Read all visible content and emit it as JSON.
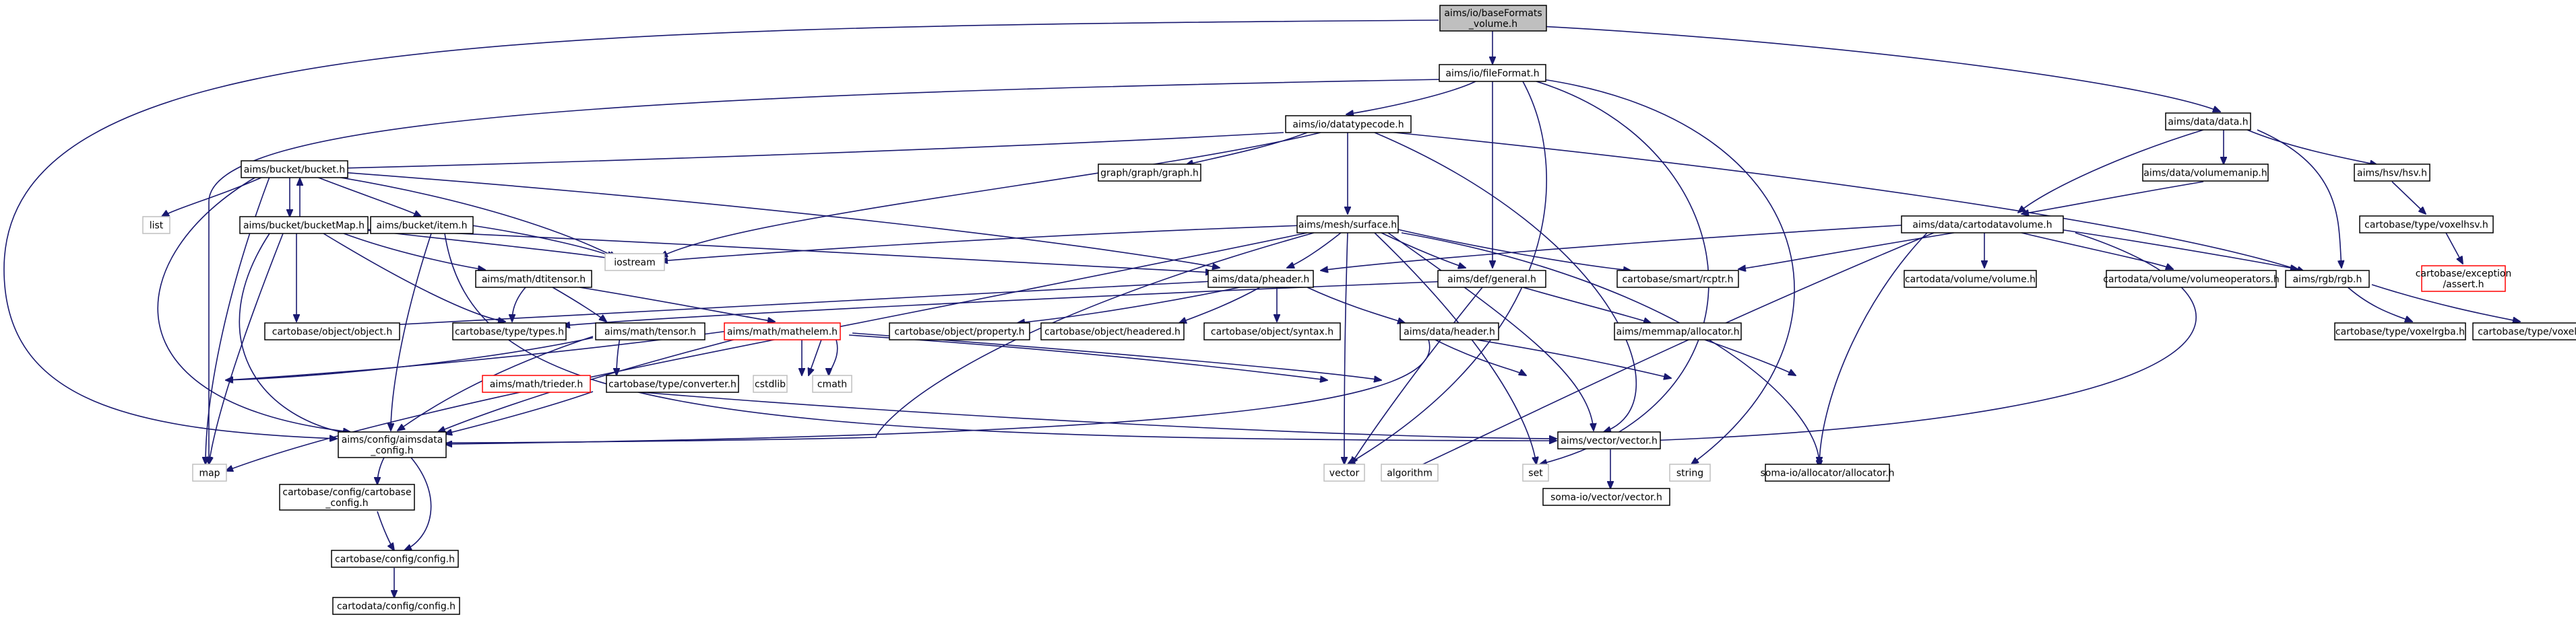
{
  "diagram": {
    "type": "include-dependency-graph",
    "nodes": [
      {
        "id": "n_root",
        "lines": [
          "aims/io/baseFormats",
          "_volume.h"
        ],
        "style": "root"
      },
      {
        "id": "n_fileformat",
        "lines": [
          "aims/io/fileFormat.h"
        ],
        "style": "normal"
      },
      {
        "id": "n_data",
        "lines": [
          "aims/data/data.h"
        ],
        "style": "normal"
      },
      {
        "id": "n_datatypecode",
        "lines": [
          "aims/io/datatypecode.h"
        ],
        "style": "normal"
      },
      {
        "id": "n_bucket",
        "lines": [
          "aims/bucket/bucket.h"
        ],
        "style": "normal"
      },
      {
        "id": "n_graph",
        "lines": [
          "graph/graph/graph.h"
        ],
        "style": "normal"
      },
      {
        "id": "n_volumemanip",
        "lines": [
          "aims/data/volumemanip.h"
        ],
        "style": "normal"
      },
      {
        "id": "n_hsv",
        "lines": [
          "aims/hsv/hsv.h"
        ],
        "style": "normal"
      },
      {
        "id": "n_list",
        "lines": [
          "list"
        ],
        "style": "missing"
      },
      {
        "id": "n_bucketmap",
        "lines": [
          "aims/bucket/bucketMap.h"
        ],
        "style": "normal"
      },
      {
        "id": "n_item",
        "lines": [
          "aims/bucket/item.h"
        ],
        "style": "normal"
      },
      {
        "id": "n_surface",
        "lines": [
          "aims/mesh/surface.h"
        ],
        "style": "normal"
      },
      {
        "id": "n_cartodatavolume",
        "lines": [
          "aims/data/cartodatavolume.h"
        ],
        "style": "normal"
      },
      {
        "id": "n_voxelhsv",
        "lines": [
          "cartobase/type/voxelhsv.h"
        ],
        "style": "normal"
      },
      {
        "id": "n_iostream",
        "lines": [
          "iostream"
        ],
        "style": "missing"
      },
      {
        "id": "n_dtitensor",
        "lines": [
          "aims/math/dtitensor.h"
        ],
        "style": "normal"
      },
      {
        "id": "n_pheader",
        "lines": [
          "aims/data/pheader.h"
        ],
        "style": "normal"
      },
      {
        "id": "n_general",
        "lines": [
          "aims/def/general.h"
        ],
        "style": "normal"
      },
      {
        "id": "n_rcptr",
        "lines": [
          "cartobase/smart/rcptr.h"
        ],
        "style": "normal"
      },
      {
        "id": "n_cdvolume",
        "lines": [
          "cartodata/volume/volume.h"
        ],
        "style": "normal"
      },
      {
        "id": "n_volumeoperators",
        "lines": [
          "cartodata/volume/volumeoperators.h"
        ],
        "style": "normal"
      },
      {
        "id": "n_rgb",
        "lines": [
          "aims/rgb/rgb.h"
        ],
        "style": "normal"
      },
      {
        "id": "n_assert",
        "lines": [
          "cartobase/exception",
          "/assert.h"
        ],
        "style": "truncated"
      },
      {
        "id": "n_objecth",
        "lines": [
          "cartobase/object/object.h"
        ],
        "style": "normal"
      },
      {
        "id": "n_types",
        "lines": [
          "cartobase/type/types.h"
        ],
        "style": "normal"
      },
      {
        "id": "n_tensor",
        "lines": [
          "aims/math/tensor.h"
        ],
        "style": "normal"
      },
      {
        "id": "n_mathelem",
        "lines": [
          "aims/math/mathelem.h"
        ],
        "style": "truncated"
      },
      {
        "id": "n_property",
        "lines": [
          "cartobase/object/property.h"
        ],
        "style": "normal"
      },
      {
        "id": "n_headered",
        "lines": [
          "cartobase/object/headered.h"
        ],
        "style": "normal"
      },
      {
        "id": "n_syntax",
        "lines": [
          "cartobase/object/syntax.h"
        ],
        "style": "normal"
      },
      {
        "id": "n_header",
        "lines": [
          "aims/data/header.h"
        ],
        "style": "normal"
      },
      {
        "id": "n_allocatorm",
        "lines": [
          "aims/memmap/allocator.h"
        ],
        "style": "normal"
      },
      {
        "id": "n_voxelrgba",
        "lines": [
          "cartobase/type/voxelrgba.h"
        ],
        "style": "normal"
      },
      {
        "id": "n_voxelrgb",
        "lines": [
          "cartobase/type/voxelrgb.h"
        ],
        "style": "normal"
      },
      {
        "id": "n_map",
        "lines": [
          "map"
        ],
        "style": "missing"
      },
      {
        "id": "n_trieder",
        "lines": [
          "aims/math/trieder.h"
        ],
        "style": "truncated"
      },
      {
        "id": "n_converter",
        "lines": [
          "cartobase/type/converter.h"
        ],
        "style": "normal"
      },
      {
        "id": "n_cstdlib",
        "lines": [
          "cstdlib"
        ],
        "style": "missing"
      },
      {
        "id": "n_cmath",
        "lines": [
          "cmath"
        ],
        "style": "missing"
      },
      {
        "id": "n_vector",
        "lines": [
          "vector"
        ],
        "style": "missing"
      },
      {
        "id": "n_algorithm",
        "lines": [
          "algorithm"
        ],
        "style": "missing"
      },
      {
        "id": "n_set",
        "lines": [
          "set"
        ],
        "style": "missing"
      },
      {
        "id": "n_string",
        "lines": [
          "string"
        ],
        "style": "missing"
      },
      {
        "id": "n_somaalloc",
        "lines": [
          "soma-io/allocator/allocator.h"
        ],
        "style": "normal"
      },
      {
        "id": "n_aimsdataconfig",
        "lines": [
          "aims/config/aimsdata",
          "_config.h"
        ],
        "style": "normal"
      },
      {
        "id": "n_vectorh",
        "lines": [
          "aims/vector/vector.h"
        ],
        "style": "normal"
      },
      {
        "id": "n_cartobaseconfig",
        "lines": [
          "cartobase/config/cartobase",
          "_config.h"
        ],
        "style": "normal"
      },
      {
        "id": "n_somavector",
        "lines": [
          "soma-io/vector/vector.h"
        ],
        "style": "normal"
      },
      {
        "id": "n_configh",
        "lines": [
          "cartobase/config/config.h"
        ],
        "style": "normal"
      },
      {
        "id": "n_cartodataconfig",
        "lines": [
          "cartodata/config/config.h"
        ],
        "style": "normal"
      }
    ]
  }
}
